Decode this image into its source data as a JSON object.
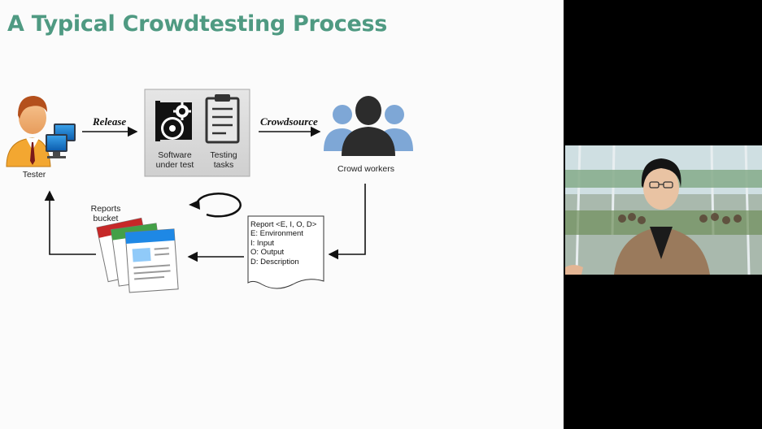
{
  "slide": {
    "title": "A Typical Crowdtesting Process",
    "nodes": {
      "tester": "Tester",
      "software": "Software\nunder test",
      "testing_tasks": "Testing\ntasks",
      "crowd_workers": "Crowd workers",
      "reports_bucket": "Reports\nbucket"
    },
    "edges": {
      "release": "Release",
      "crowdsource": "Crowdsource"
    },
    "report": {
      "lines": [
        "Report <E, I, O, D>",
        "E: Environment",
        "I: Input",
        "O: Output",
        "D: Description"
      ]
    },
    "colors": {
      "title": "#4f9a82",
      "crowd_front": "#2c2c2c",
      "crowd_back": "#7ea7d6"
    },
    "icons": [
      "tester-person-icon",
      "computer-icon",
      "disc-gear-icon",
      "clipboard-icon",
      "crowd-icon",
      "cycle-arrow-icon",
      "reports-bucket-icon",
      "report-document-icon"
    ]
  },
  "video": {
    "description_icon": "presenter-video-feed"
  }
}
